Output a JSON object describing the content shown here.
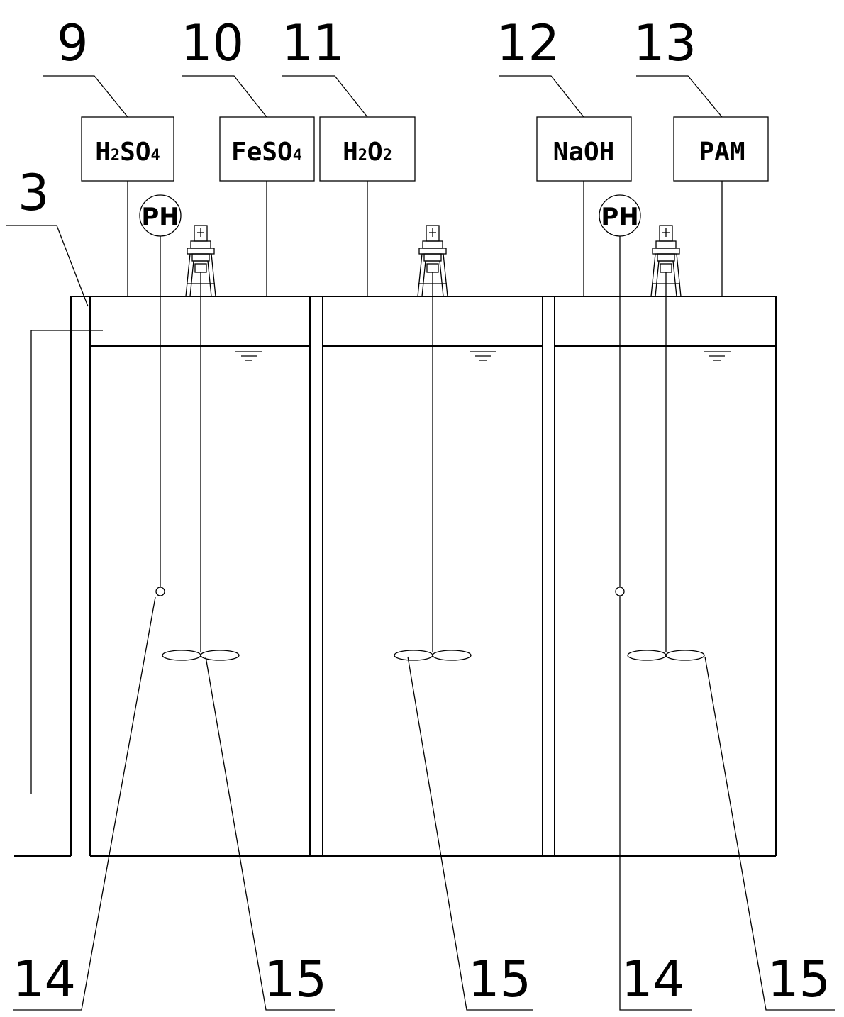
{
  "reagents": [
    {
      "ref": "9",
      "parts": [
        {
          "t": "H"
        },
        {
          "t": "2",
          "sub": true
        },
        {
          "t": "SO"
        },
        {
          "t": "4",
          "sub": true
        }
      ]
    },
    {
      "ref": "10",
      "parts": [
        {
          "t": "FeSO"
        },
        {
          "t": "4",
          "sub": true
        }
      ]
    },
    {
      "ref": "11",
      "parts": [
        {
          "t": "H"
        },
        {
          "t": "2",
          "sub": true
        },
        {
          "t": "O"
        },
        {
          "t": "2",
          "sub": true
        }
      ]
    },
    {
      "ref": "12",
      "parts": [
        {
          "t": "NaOH"
        }
      ]
    },
    {
      "ref": "13",
      "parts": [
        {
          "t": "PAM"
        }
      ]
    }
  ],
  "ph_label": "PH",
  "labels": {
    "ref_3": "3",
    "ref_14a": "14",
    "ref_15a": "15",
    "ref_15b": "15",
    "ref_14b": "14",
    "ref_15c": "15"
  }
}
